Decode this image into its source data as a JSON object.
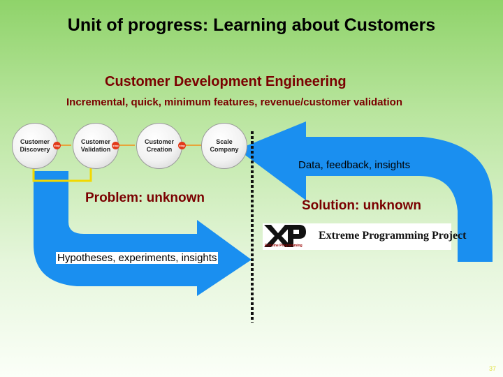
{
  "slide": {
    "title": "Unit of progress: Learning about Customers",
    "page_number": "37"
  },
  "cde": {
    "title": "Customer Development Engineering",
    "subtitle": "Incremental, quick, minimum features, revenue/customer validation"
  },
  "process_steps": [
    {
      "label": "Customer Discovery"
    },
    {
      "label": "Customer Validation"
    },
    {
      "label": "Customer Creation"
    },
    {
      "label": "Scale Company"
    }
  ],
  "stop_markers": [
    "stop",
    "stop",
    "stop"
  ],
  "problem_label": "Problem: unknown",
  "solution_label": "Solution: unknown",
  "data_feedback_label": "Data, feedback, insights",
  "hypotheses_label": "Hypotheses, experiments, insights",
  "xp": {
    "name": "Extreme Programming Project",
    "tagline": "Extreme Programming"
  },
  "colors": {
    "arrow_blue": "#1a8ff0",
    "title_red": "#7a0000",
    "loop_yellow": "#f2d800",
    "stop_red": "#e23a1a"
  }
}
